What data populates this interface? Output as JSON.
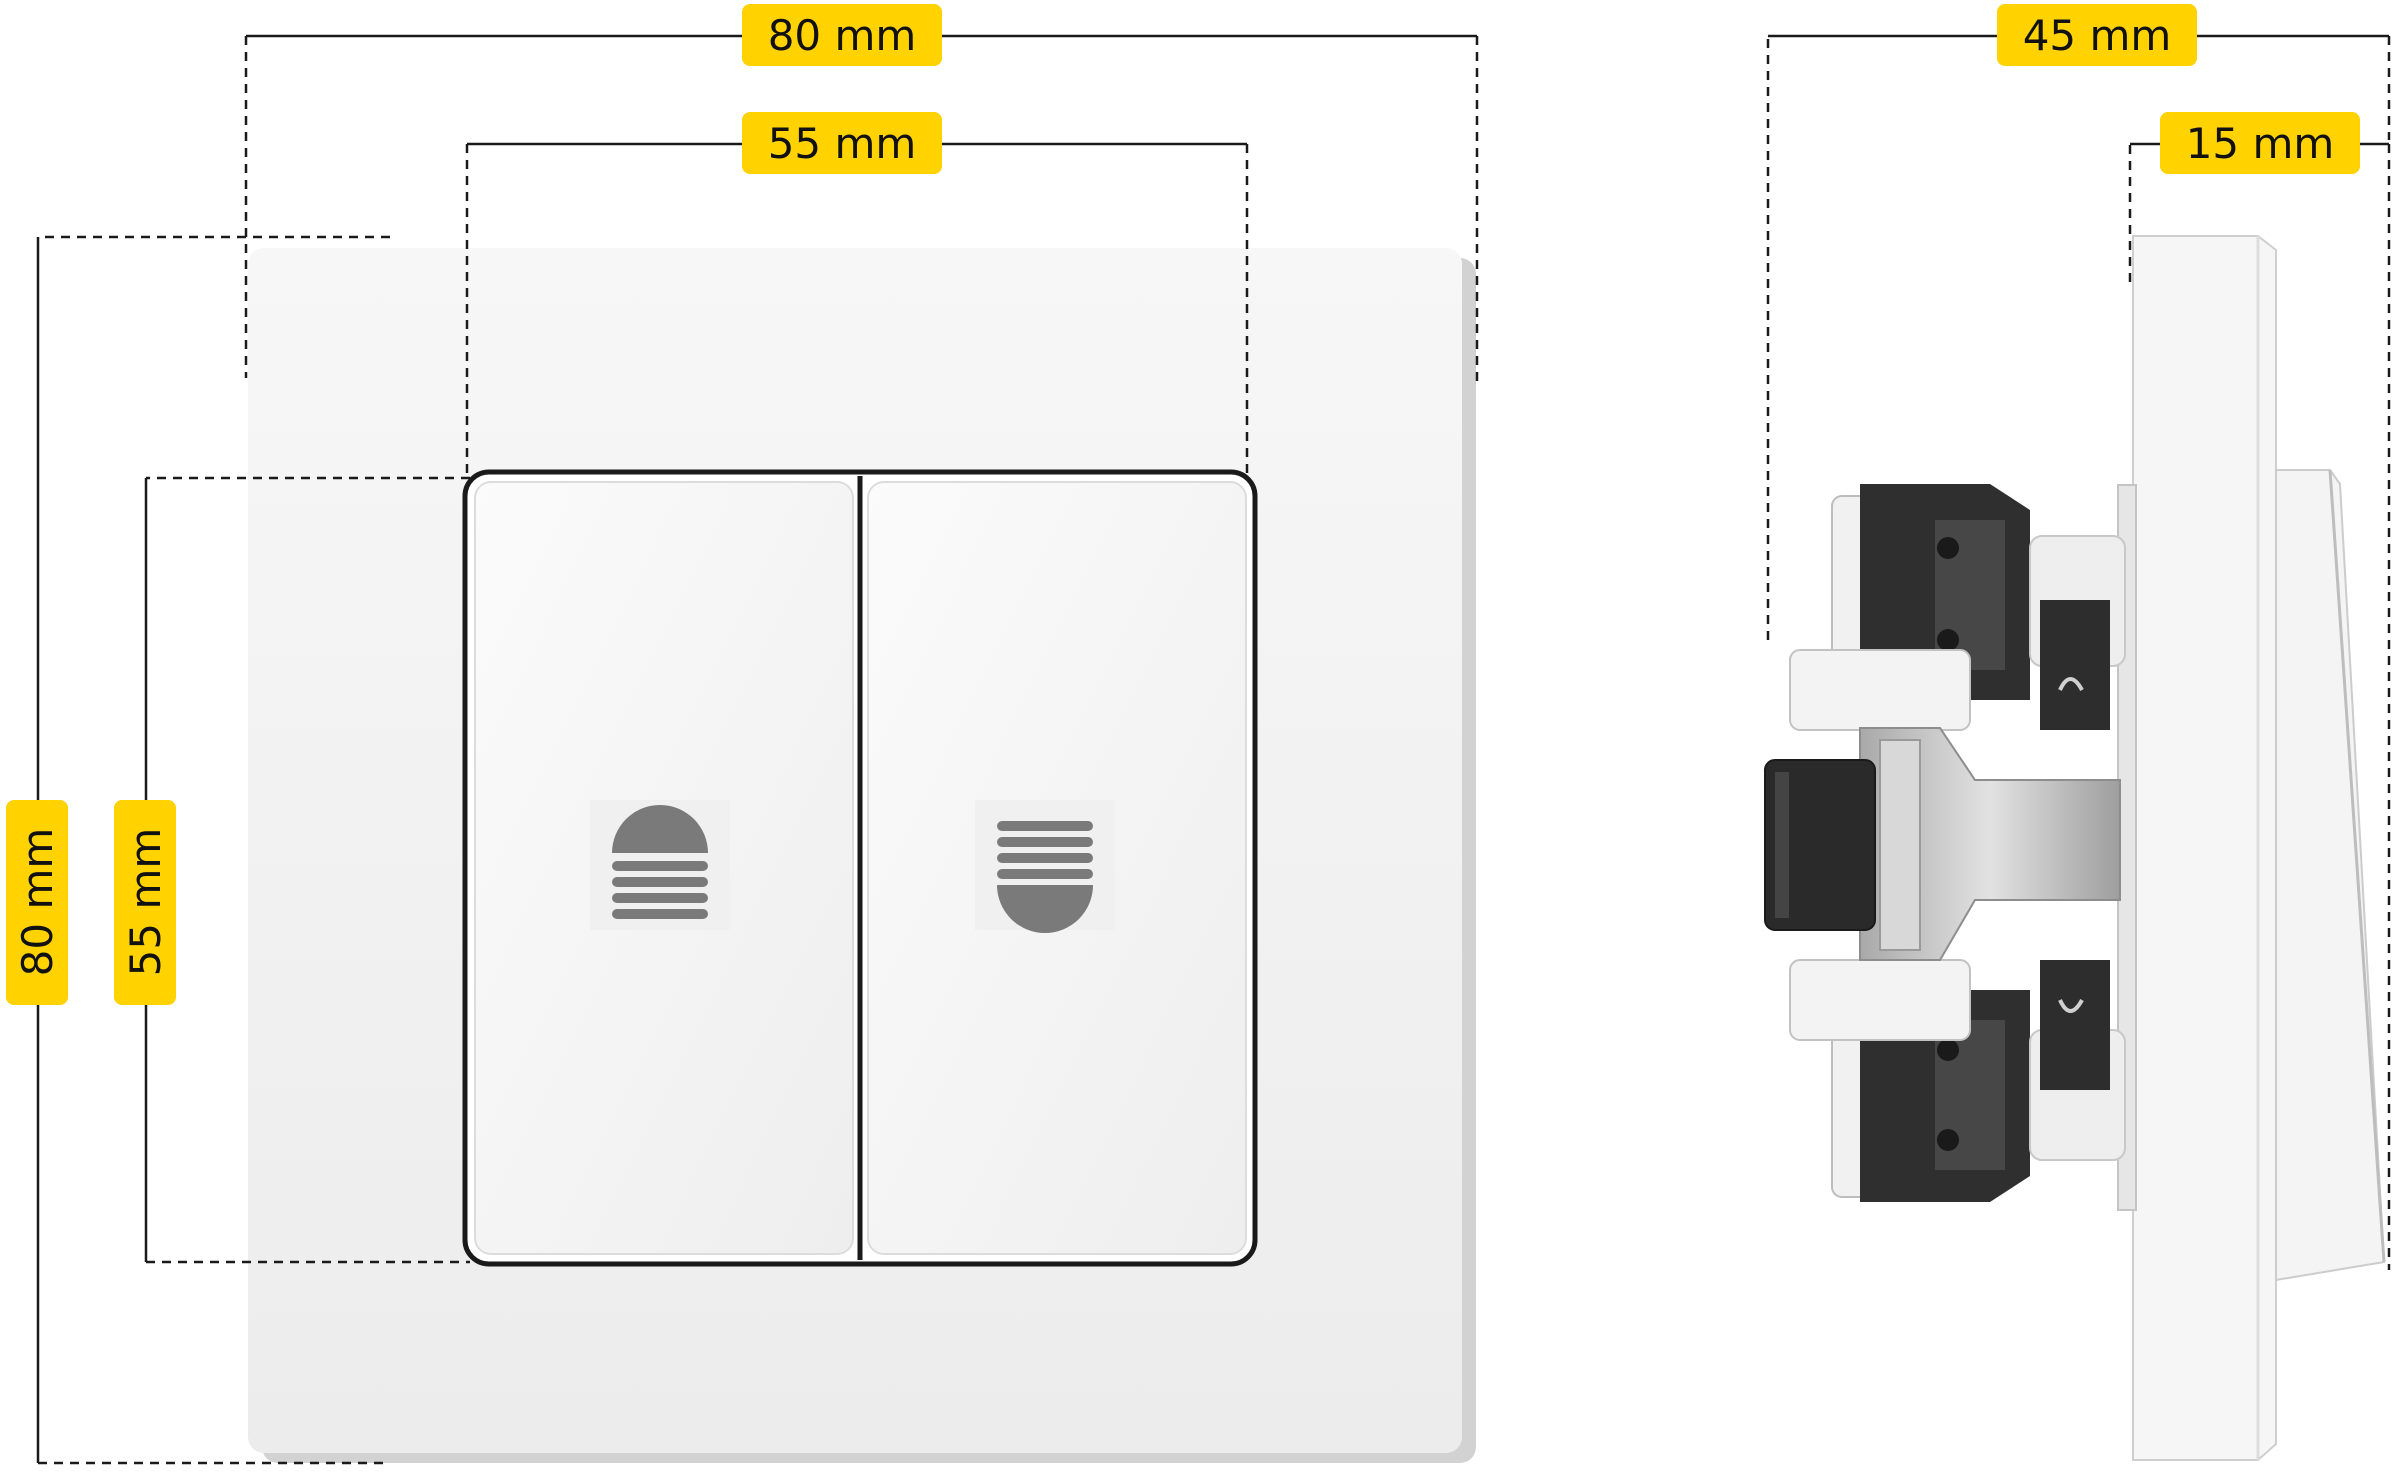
{
  "front_view": {
    "frame_width": "80 mm",
    "rocker_width": "55 mm",
    "frame_height": "80 mm",
    "rocker_height": "55 mm"
  },
  "side_view": {
    "total_depth": "45 mm",
    "front_depth": "15 mm"
  },
  "colors": {
    "label_background": "#ffd200",
    "frame": "#f3f3f3",
    "rocker_outline": "#1a1a1a",
    "icon": "#7a7a7a",
    "mechanism_dark": "#333333",
    "bracket_metal": "#c9c9c9"
  }
}
